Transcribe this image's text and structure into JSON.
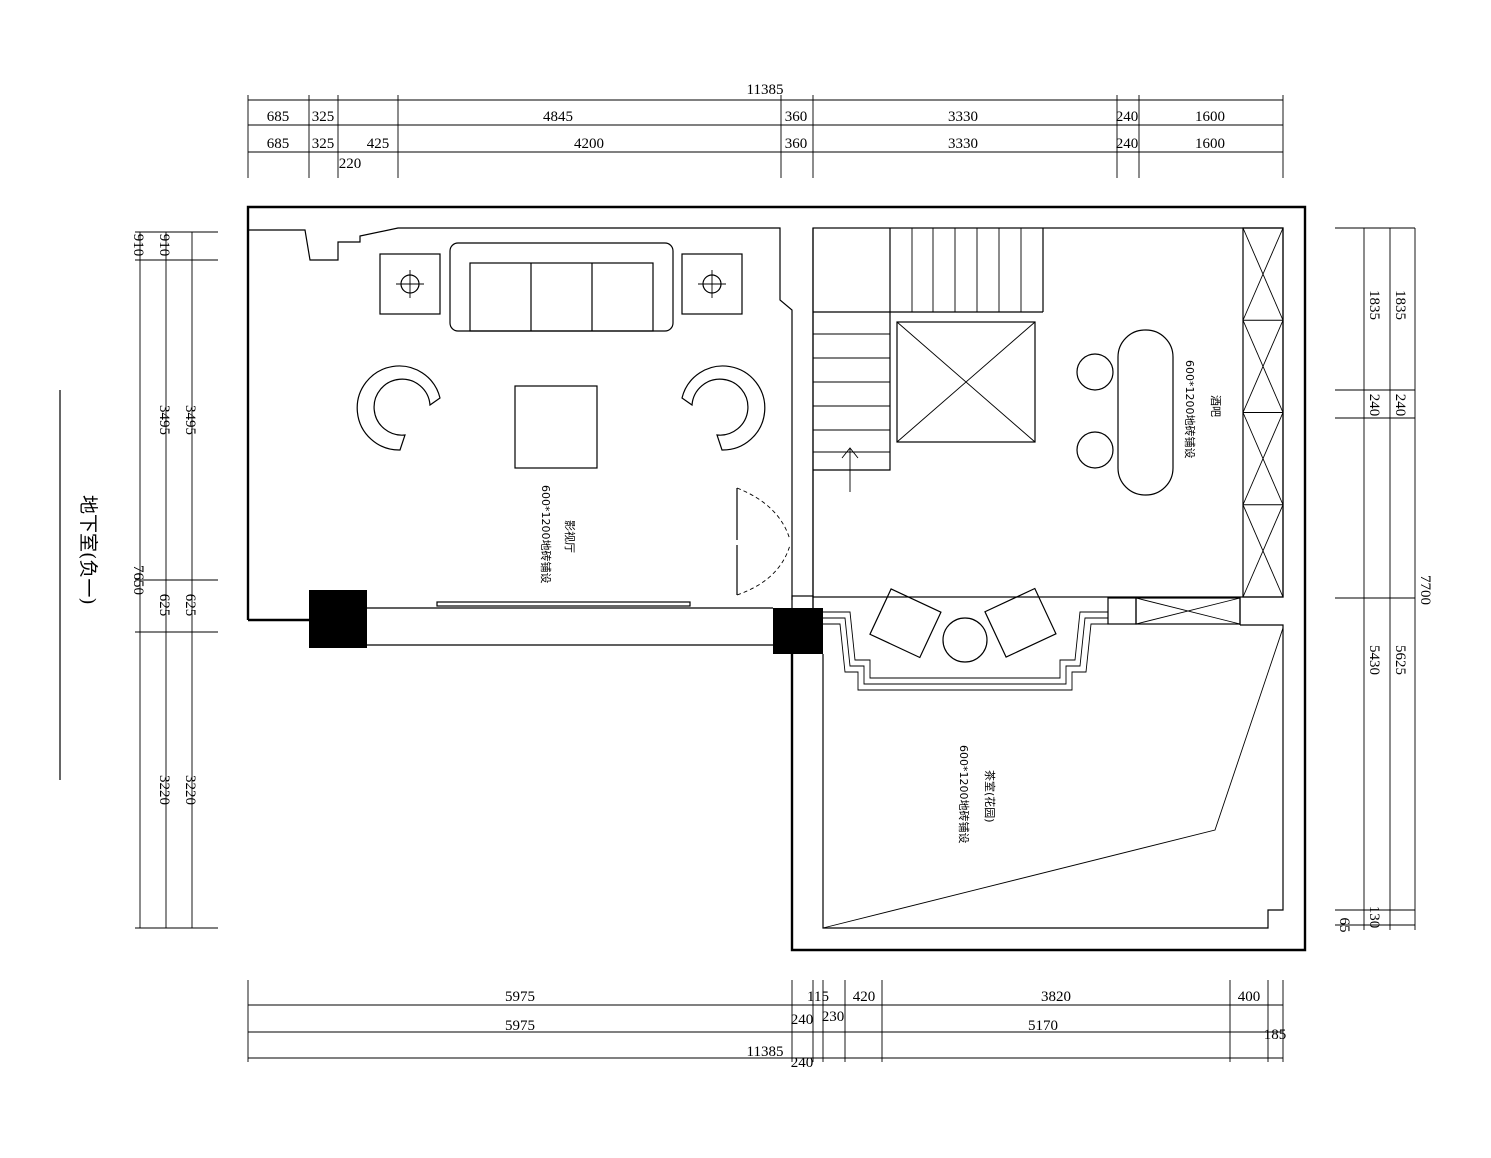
{
  "drawing_title": "地下室(负一)",
  "rooms": {
    "theater": {
      "name": "影视厅",
      "floor": "600*1200地砖铺设"
    },
    "bar": {
      "name": "酒吧",
      "floor": "600*1200地砖铺设"
    },
    "tea_room": {
      "name": "茶室(花园)",
      "floor": "600*1200地砖铺设"
    }
  },
  "dimensions": {
    "top_total": "11385",
    "top_row1": [
      "685",
      "325",
      "4845",
      "360",
      "3330",
      "240",
      "1600"
    ],
    "top_row2": [
      "685",
      "325",
      "425",
      "4200",
      "360",
      "3330",
      "240",
      "1600"
    ],
    "top_extra": "220",
    "left": [
      "910",
      "910",
      "3495",
      "3495",
      "7650",
      "625",
      "625",
      "3220",
      "3220"
    ],
    "right": [
      "1835",
      "1835",
      "240",
      "240",
      "7700",
      "5430",
      "5625",
      "130",
      "65"
    ],
    "bottom_row1": [
      "5975",
      "115",
      "420",
      "3820",
      "400"
    ],
    "bottom_row2": [
      "5975",
      "240",
      "230",
      "5170",
      "185"
    ],
    "bottom_total": "11385",
    "bottom_extra": "240"
  }
}
